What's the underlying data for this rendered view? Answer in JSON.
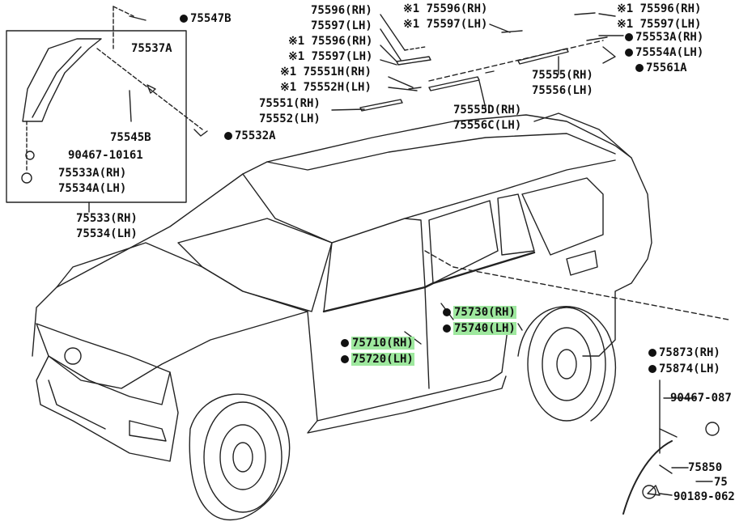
{
  "labels": {
    "l75547b": "75547B",
    "l75537a": "75537A",
    "l75545b": "75545B",
    "l90467_10161": "90467-10161",
    "l75533a_rh": "75533A(RH)",
    "l75534a_lh": "75534A(LH)",
    "l75533_rh": "75533(RH)",
    "l75534_lh": "75534(LH)",
    "l75532a": "75532A",
    "l75596_rh": "75596(RH)",
    "l75597_lh": "75597(LH)",
    "x75596_rh_a": "※1 75596(RH)",
    "x75597_lh_a": "※1 75597(LH)",
    "x75596_rh_b": "※1 75596(RH)",
    "x75597_lh_b": "※1 75597(LH)",
    "x75596_rh_c": "※1 75596(RH)",
    "x75597_lh_c": "※1 75597(LH)",
    "x75551h_rh": "※1 75551H(RH)",
    "x75552h_lh": "※1 75552H(LH)",
    "l75551_rh": "75551(RH)",
    "l75552_lh": "75552(LH)",
    "l75555d_rh": "75555D(RH)",
    "l75556c_lh": "75556C(LH)",
    "l75553a_rh": "75553A(RH)",
    "l75554a_lh": "75554A(LH)",
    "l75561a": "75561A",
    "l75555_rh": "75555(RH)",
    "l75556_lh": "75556(LH)",
    "l75730_rh": "75730(RH)",
    "l75740_lh": "75740(LH)",
    "l75710_rh": "75710(RH)",
    "l75720_lh": "75720(LH)",
    "l75873_rh": "75873(RH)",
    "l75874_lh": "75874(LH)",
    "l90467_087": "90467-087",
    "l75850": "75850",
    "l75_trunc": "75",
    "l90189_062": "90189-062"
  },
  "colors": {
    "highlight": "#9ee89e",
    "ink": "#111111"
  }
}
